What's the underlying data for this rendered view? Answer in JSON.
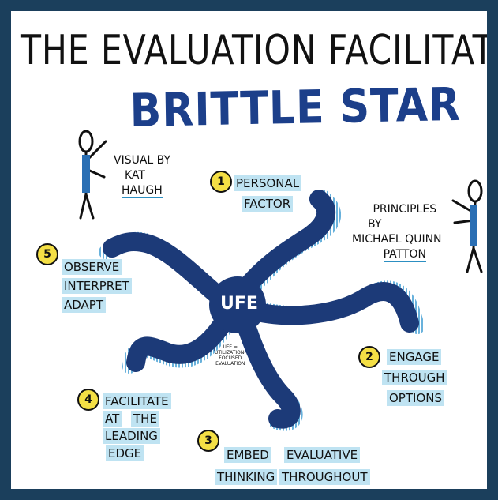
{
  "title": "THE EVALUATION FACILITATI",
  "subtitle": "BRITTLE STAR",
  "credits": {
    "visual_by": [
      "VISUAL BY",
      "KAT",
      "HAUGH"
    ],
    "principles_by": [
      "PRINCIPLES",
      "BY",
      "MICHAEL QUINN",
      "PATTON"
    ]
  },
  "center": {
    "label": "UFE",
    "note": [
      "UFE =",
      "UTILIZATION-",
      "FOCUSED",
      "EVALUATION"
    ]
  },
  "principles": [
    {
      "number": "1",
      "lines": [
        "PERSONAL",
        "FACTOR"
      ]
    },
    {
      "number": "2",
      "lines": [
        "ENGAGE",
        "THROUGH",
        "OPTIONS"
      ]
    },
    {
      "number": "3",
      "lines": [
        "EMBED",
        "EVALUATIVE",
        "THINKING",
        "THROUGHOUT"
      ]
    },
    {
      "number": "4",
      "lines": [
        "FACILITATE",
        "AT",
        "THE",
        "LEADING",
        "EDGE"
      ]
    },
    {
      "number": "5",
      "lines": [
        "OBSERVE",
        "INTERPRET",
        "ADAPT"
      ]
    }
  ],
  "colors": {
    "frame": "#1b3f5c",
    "star": "#1c3a78",
    "title_blue": "#1c3f8a",
    "highlight": "#bfe3f2",
    "number_circle": "#f4df45",
    "hatch": "#58a9d8"
  }
}
